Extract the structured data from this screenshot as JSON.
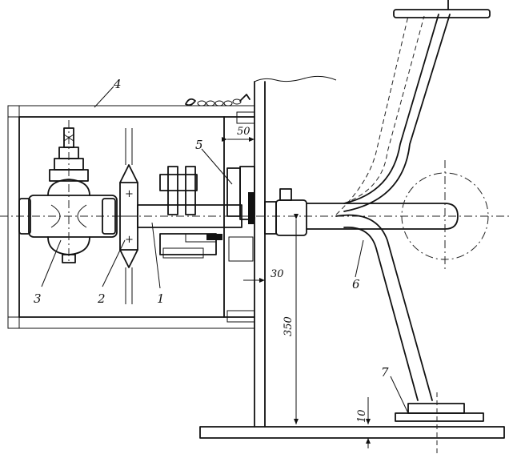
{
  "labels": {
    "part1": "1",
    "part2": "2",
    "part3": "3",
    "part4": "4",
    "part5": "5",
    "part6": "6",
    "part7": "7"
  },
  "dimensions": {
    "gap_top": "50",
    "gap_bottom": "30",
    "height": "350",
    "base": "10"
  },
  "colors": {
    "line": "#111111",
    "background": "#ffffff"
  }
}
